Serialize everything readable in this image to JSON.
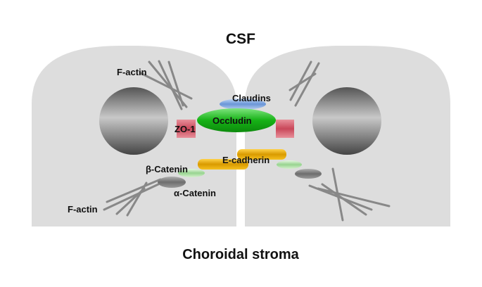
{
  "titles": {
    "top": "CSF",
    "bottom": "Choroidal stroma"
  },
  "labels": {
    "f_actin_top": "F-actin",
    "f_actin_bottom": "F-actin",
    "claudins": "Claudins",
    "occludin": "Occludin",
    "zo1": "ZO-1",
    "e_cadherin": "E-cadherin",
    "beta_catenin": "β-Catenin",
    "alpha_catenin": "α-Catenin"
  },
  "colors": {
    "cell_fill": "#dddddd",
    "claudins": "#7fa8e0",
    "occludin": "#22c422",
    "zo1": "#d9666f",
    "e_cadherin": "#e0a400",
    "beta_catenin": "#a8dca0",
    "alpha_catenin": "#888888",
    "actin": "#888888"
  }
}
